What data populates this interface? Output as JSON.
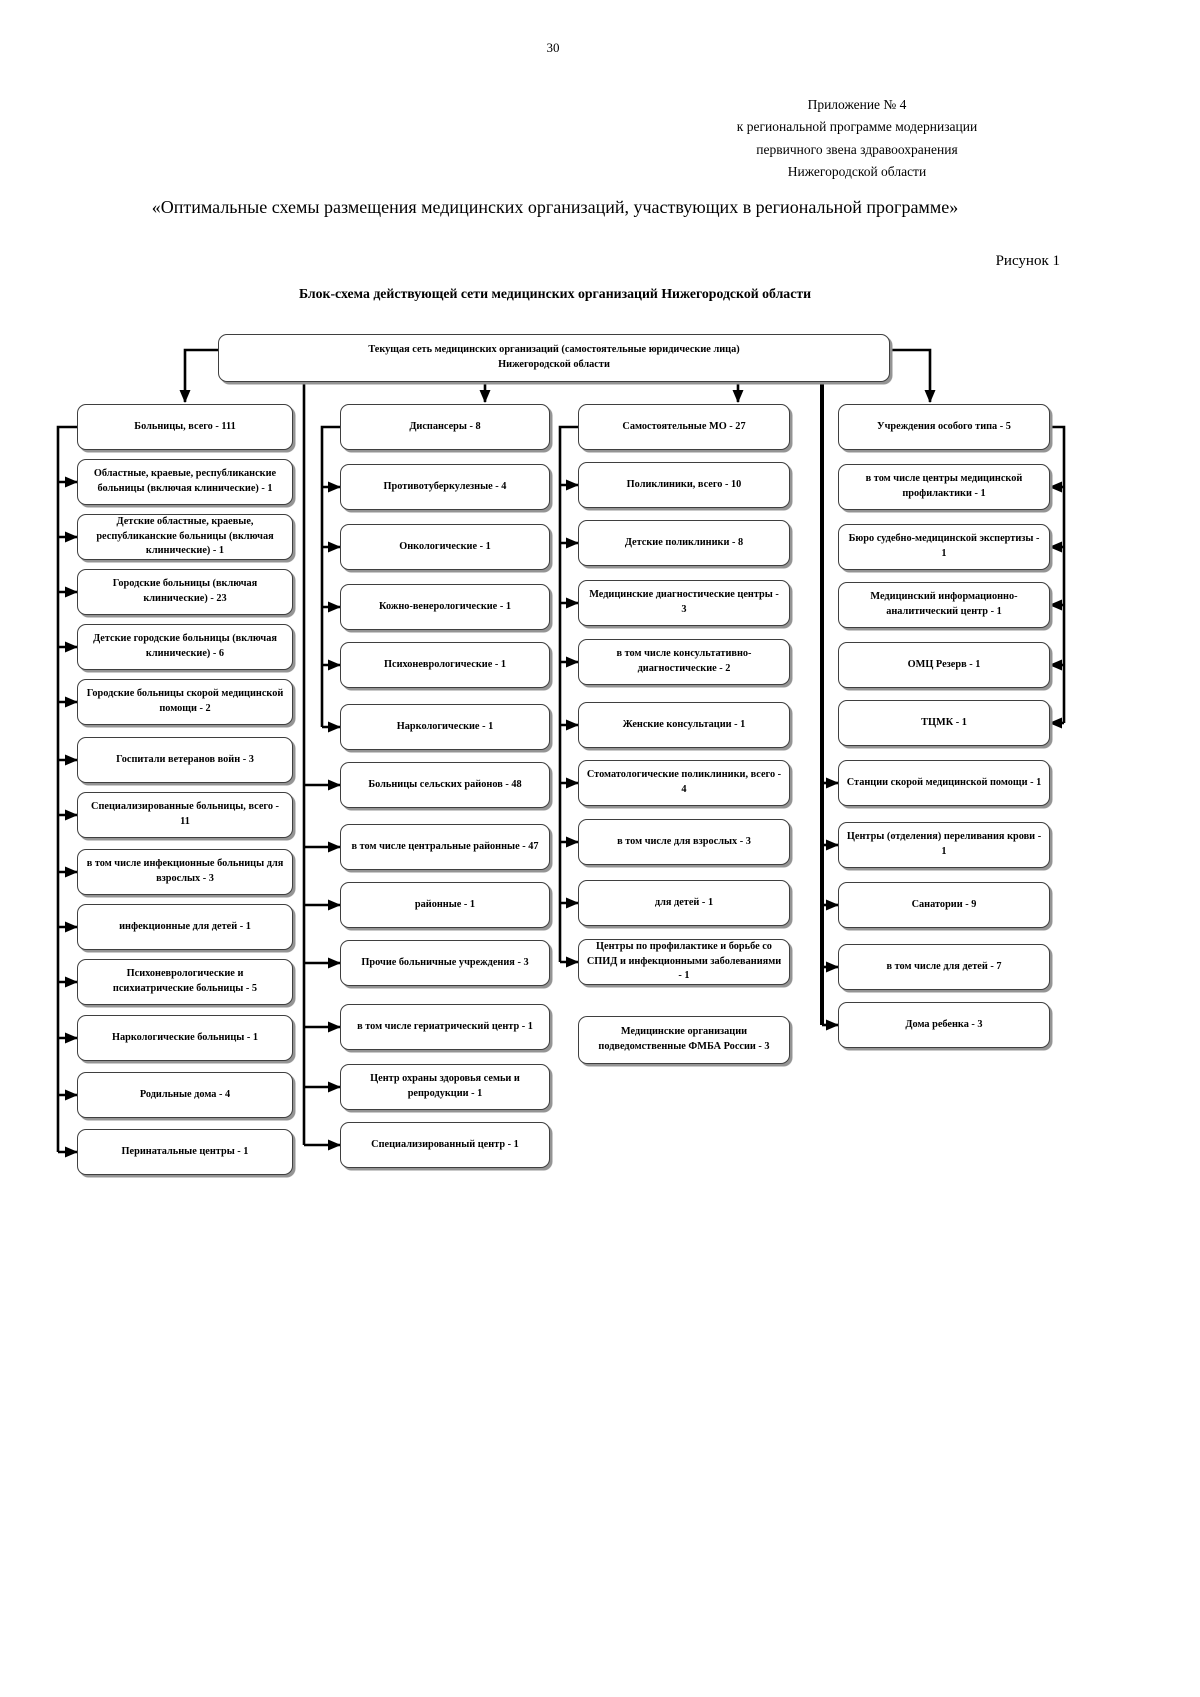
{
  "page": {
    "number": "30",
    "appendix_lines": [
      "Приложение № 4",
      "к региональной программе модернизации",
      "первичного звена здравоохранения",
      "Нижегородской области"
    ],
    "title": "«Оптимальные схемы размещения медицинских организаций, участвующих в региональной программе»",
    "figure_label": "Рисунок 1"
  },
  "diagram": {
    "title": "Блок-схема действующей сети медицинских организаций Нижегородской области",
    "root": "Текущая сеть медицинских организаций (самостоятельные юридические лица)\nНижегородской области",
    "columns": [
      {
        "header": "Больницы, всего - 111",
        "items": [
          "Областные, краевые, республиканские больницы (включая клинические) - 1",
          "Детские областные, краевые, республиканские больницы (включая клинические) - 1",
          "Городские больницы (включая клинические) - 23",
          "Детские городские больницы (включая клинические) - 6",
          "Городские больницы скорой медицинской помощи - 2",
          "Госпитали ветеранов войн - 3",
          "Специализированные больницы, всего - 11",
          "в том числе инфекционные больницы для взрослых - 3",
          "инфекционные для детей - 1",
          "Психоневрологические и психиатрические больницы - 5",
          "Наркологические больницы - 1",
          "Родильные дома - 4",
          "Перинатальные центры - 1"
        ]
      },
      {
        "header": "Диспансеры - 8",
        "items": [
          "Противотуберкулезные - 4",
          "Онкологические - 1",
          "Кожно-венерологические - 1",
          "Психоневрологические - 1",
          "Наркологические - 1",
          "Больницы сельских районов - 48",
          "в том числе центральные районные - 47",
          "районные - 1",
          "Прочие больничные учреждения - 3",
          "в том числе гериатрический центр - 1",
          "Центр охраны здоровья семьи и репродукции - 1",
          "Специализированный центр - 1"
        ]
      },
      {
        "header": "Самостоятельные МО - 27",
        "items": [
          "Поликлиники, всего - 10",
          "Детские поликлиники - 8",
          "Медицинские диагностические центры - 3",
          "в том числе консультативно-диагностические - 2",
          "Женские консультации - 1",
          "Стоматологические поликлиники, всего - 4",
          "в том числе для взрослых - 3",
          "для детей - 1",
          "Центры по профилактике и борьбе со СПИД и инфекционными заболеваниями - 1"
        ],
        "standalone": "Медицинские организации подведомственные ФМБА России - 3"
      },
      {
        "header": "Учреждения особого типа - 5",
        "items": [
          "в том числе центры медицинской профилактики - 1",
          "Бюро судебно-медицинской экспертизы - 1",
          "Медицинский информационно-аналитический центр - 1",
          "ОМЦ Резерв - 1",
          "ТЦМК - 1",
          "Станции скорой медицинской помощи - 1",
          "Центры (отделения) переливания крови - 1",
          "Санатории - 9",
          "в том числе для детей - 7",
          "Дома ребенка - 3"
        ]
      }
    ]
  }
}
